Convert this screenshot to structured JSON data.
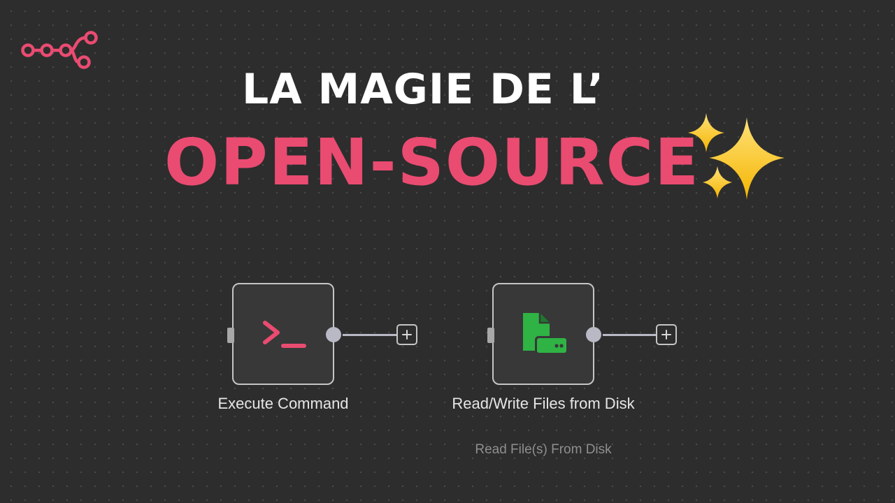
{
  "headline": {
    "line1": "LA MAGIE DE L’",
    "line2": "OPEN-SOURCE"
  },
  "logo": {
    "icon": "n8n-logo-icon",
    "color": "#ea4b71"
  },
  "decoration": {
    "icon": "sparkles-icon",
    "color": "#f7c948"
  },
  "colors": {
    "accent": "#ea4b71",
    "canvas_background": "#2d2d2d",
    "node_background": "#383838",
    "node_border": "#c5c5c5",
    "file_icon_green": "#2fb344"
  },
  "nodes": [
    {
      "label": "Execute Command",
      "subtitle": "",
      "icon": "terminal-icon"
    },
    {
      "label": "Read/Write Files from Disk",
      "subtitle": "Read File(s) From Disk",
      "icon": "file-disk-icon"
    }
  ]
}
